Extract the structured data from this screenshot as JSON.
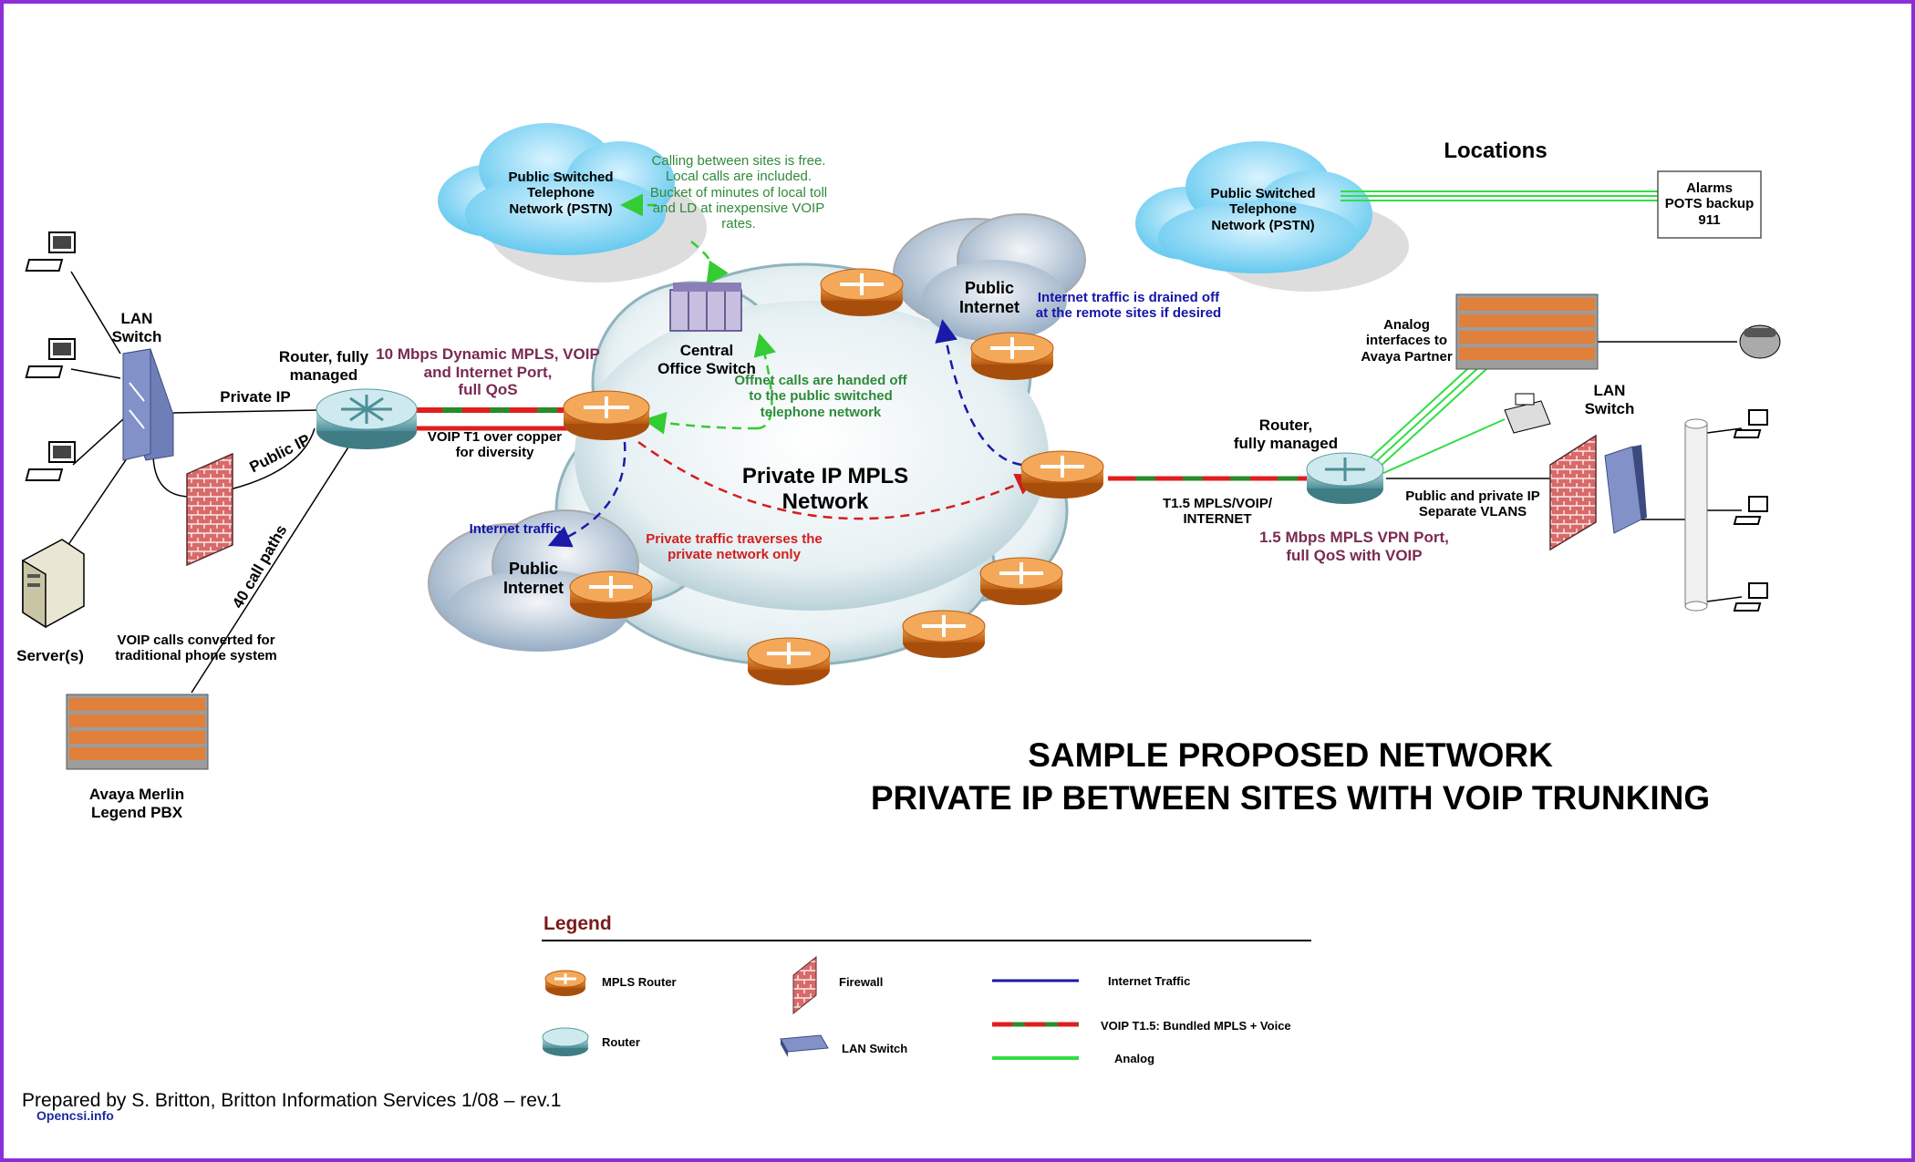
{
  "colors": {
    "border": "#8b2fd6",
    "mpls_router": "#e07d20",
    "router": "#6fb0b8",
    "internet_traffic": "#1a1aa8",
    "voip_red": "#e01e1e",
    "voip_green": "#2b8a2b",
    "analog": "#33dd44",
    "annotation_maroon": "#7a2a52",
    "annotation_green": "#2f8a3a"
  },
  "labels": {
    "pstn_left": "Public Switched\nTelephone\nNetwork (PSTN)",
    "pstn_right": "Public Switched\nTelephone\nNetwork (PSTN)",
    "calling_note": "Calling between sites is free.\nLocal calls are included.\nBucket of minutes of local toll\nand LD at inexpensive VOIP\nrates.",
    "central_office": "Central\nOffice Switch",
    "public_internet_top": "Public\nInternet",
    "public_internet_bottom": "Public\nInternet",
    "internet_drained": "Internet traffic is drained off\nat the remote sites if desired",
    "locations": "Locations",
    "alarms": "Alarms\nPOTS backup\n911",
    "lan_switch_left": "LAN\nSwitch",
    "router_left": "Router, fully\nmanaged",
    "dynamic_mpls": "10 Mbps Dynamic MPLS, VOIP\nand Internet Port,\nfull QoS",
    "private_ip": "Private IP",
    "public_ip": "Public  IP",
    "voip_t1": "VOIP T1 over copper\nfor diversity",
    "offnet": "Offnet calls are handed off\nto the public switched\ntelephone network",
    "private_mpls": "Private IP MPLS\nNetwork",
    "internet_traffic": "Internet traffic",
    "private_traffic": "Private traffic traverses the\nprivate  network only",
    "call_paths": "40 call paths",
    "voip_converted": "VOIP calls converted for\ntraditional phone system",
    "servers": "Server(s)",
    "avaya_merlin": "Avaya Merlin\nLegend PBX",
    "analog_interfaces": "Analog\ninterfaces to\nAvaya Partner",
    "router_right": "Router,\nfully managed",
    "lan_switch_right": "LAN\nSwitch",
    "t15": "T1.5 MPLS/VOIP/\nINTERNET",
    "public_private_vlans": "Public and private IP\nSeparate VLANS",
    "mbps15": "1.5 Mbps MPLS VPN Port,\nfull QoS with VOIP"
  },
  "title": {
    "line1": "SAMPLE PROPOSED NETWORK",
    "line2": "PRIVATE IP BETWEEN SITES WITH VOIP TRUNKING"
  },
  "legend": {
    "heading": "Legend",
    "mpls_router": "MPLS Router",
    "router": "Router",
    "firewall": "Firewall",
    "lan_switch": "LAN Switch",
    "internet_traffic": "Internet Traffic",
    "voip": "VOIP T1.5: Bundled MPLS + Voice",
    "analog": "Analog"
  },
  "footer": {
    "prepared_by": "Prepared by S. Britton, Britton Information Services 1/08 – rev.1",
    "site": "Opencsi.info"
  }
}
